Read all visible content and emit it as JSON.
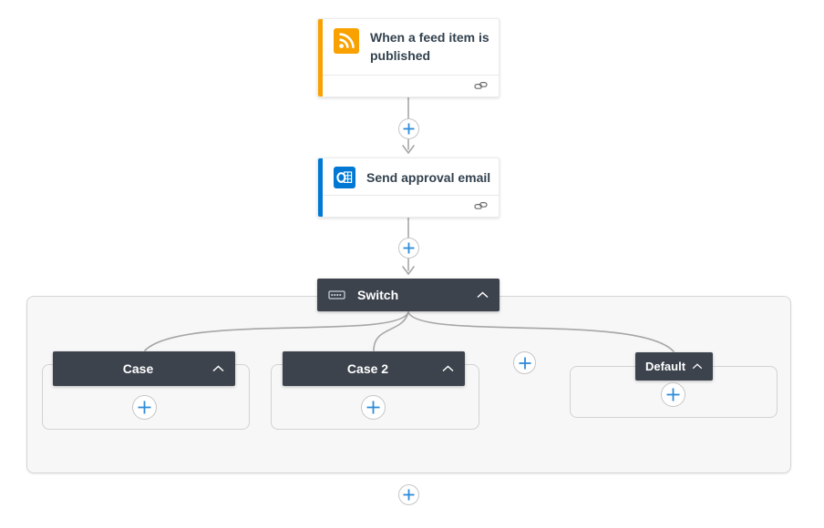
{
  "app": {
    "name": "Flow designer canvas"
  },
  "colors": {
    "trigger_accent": "#F8A100",
    "action_accent": "#0078D4",
    "dark_header_bg": "#3D434D",
    "group_bg": "#F7F7F7",
    "connector_line": "#A6A6A6",
    "plus_blue": "#2E8BD9",
    "card_title_text": "#33424F"
  },
  "flow": {
    "trigger": {
      "title": "When a feed item is published",
      "connector_icon": "rss-icon",
      "footer_icon": "link-icon"
    },
    "action": {
      "title": "Send approval email",
      "connector_icon": "outlook-icon",
      "footer_icon": "link-icon"
    },
    "switch": {
      "label": "Switch",
      "icon": "switch-icon",
      "collapse_icon": "chevron-up-icon"
    },
    "branches": [
      {
        "label": "Case"
      },
      {
        "label": "Case 2"
      },
      {
        "label": "Default"
      }
    ],
    "add_step_buttons": 7
  }
}
